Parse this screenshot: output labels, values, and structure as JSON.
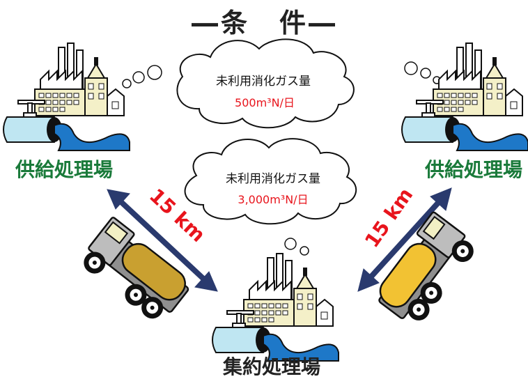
{
  "title": "―条　件―",
  "clouds": [
    {
      "label": "未利用消化ガス量",
      "value": "500m³N/日"
    },
    {
      "label": "未利用消化ガス量",
      "value": "3,000m³N/日"
    }
  ],
  "plants": {
    "supply_left": "供給処理場",
    "supply_right": "供給処理場",
    "central": "集約処理場"
  },
  "distances": {
    "left": "15 km",
    "right": "15 km"
  },
  "colors": {
    "label_green": "#1a7a3a",
    "value_red": "#e8141c",
    "arrow_navy": "#2a3a6e",
    "water_blue": "#1e78c8",
    "tank_left": "#c9a030",
    "tank_right": "#f2c233"
  }
}
